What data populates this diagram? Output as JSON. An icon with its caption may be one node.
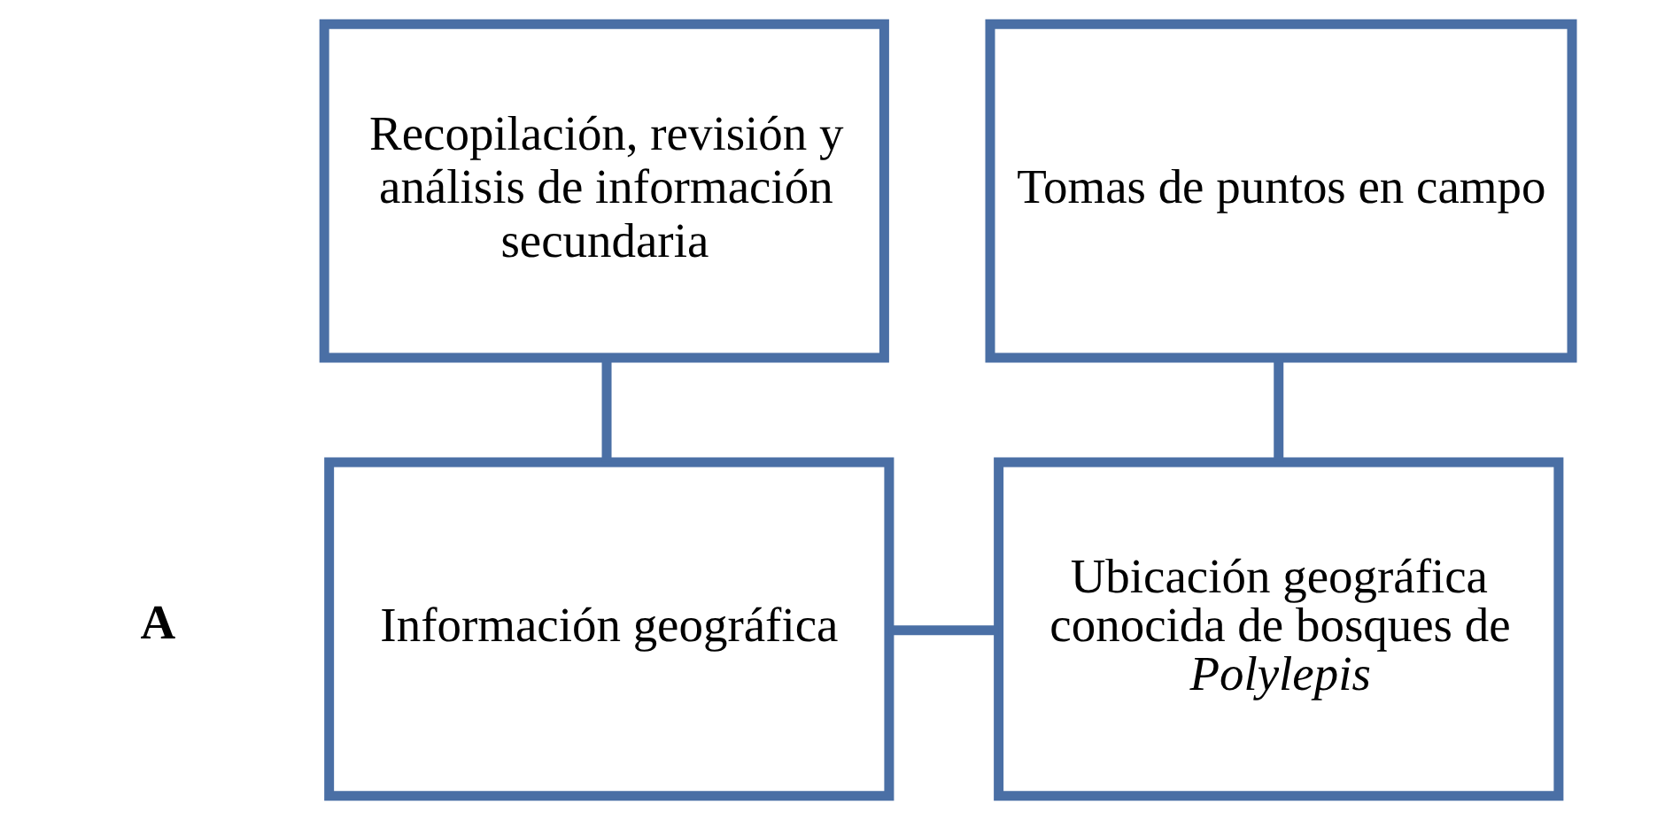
{
  "diagram": {
    "nodes": [
      {
        "text": [
          "Recopilación, revisión y análisis de información secundaria"
        ]
      },
      {
        "text": [
          "Tomas de puntos en campo"
        ]
      },
      {
        "text": [
          "Información geográfica"
        ]
      },
      {
        "text": [
          "Ubicación geográfica conocida de bosques de *Polylepis*"
        ]
      }
    ],
    "edges": [
      {
        "from": 0,
        "to": 2,
        "arrow": "none"
      },
      {
        "from": 1,
        "to": 3,
        "arrow": "none"
      },
      {
        "from": 2,
        "to": 3,
        "arrow": "none"
      }
    ],
    "labels": [
      "A"
    ]
  }
}
